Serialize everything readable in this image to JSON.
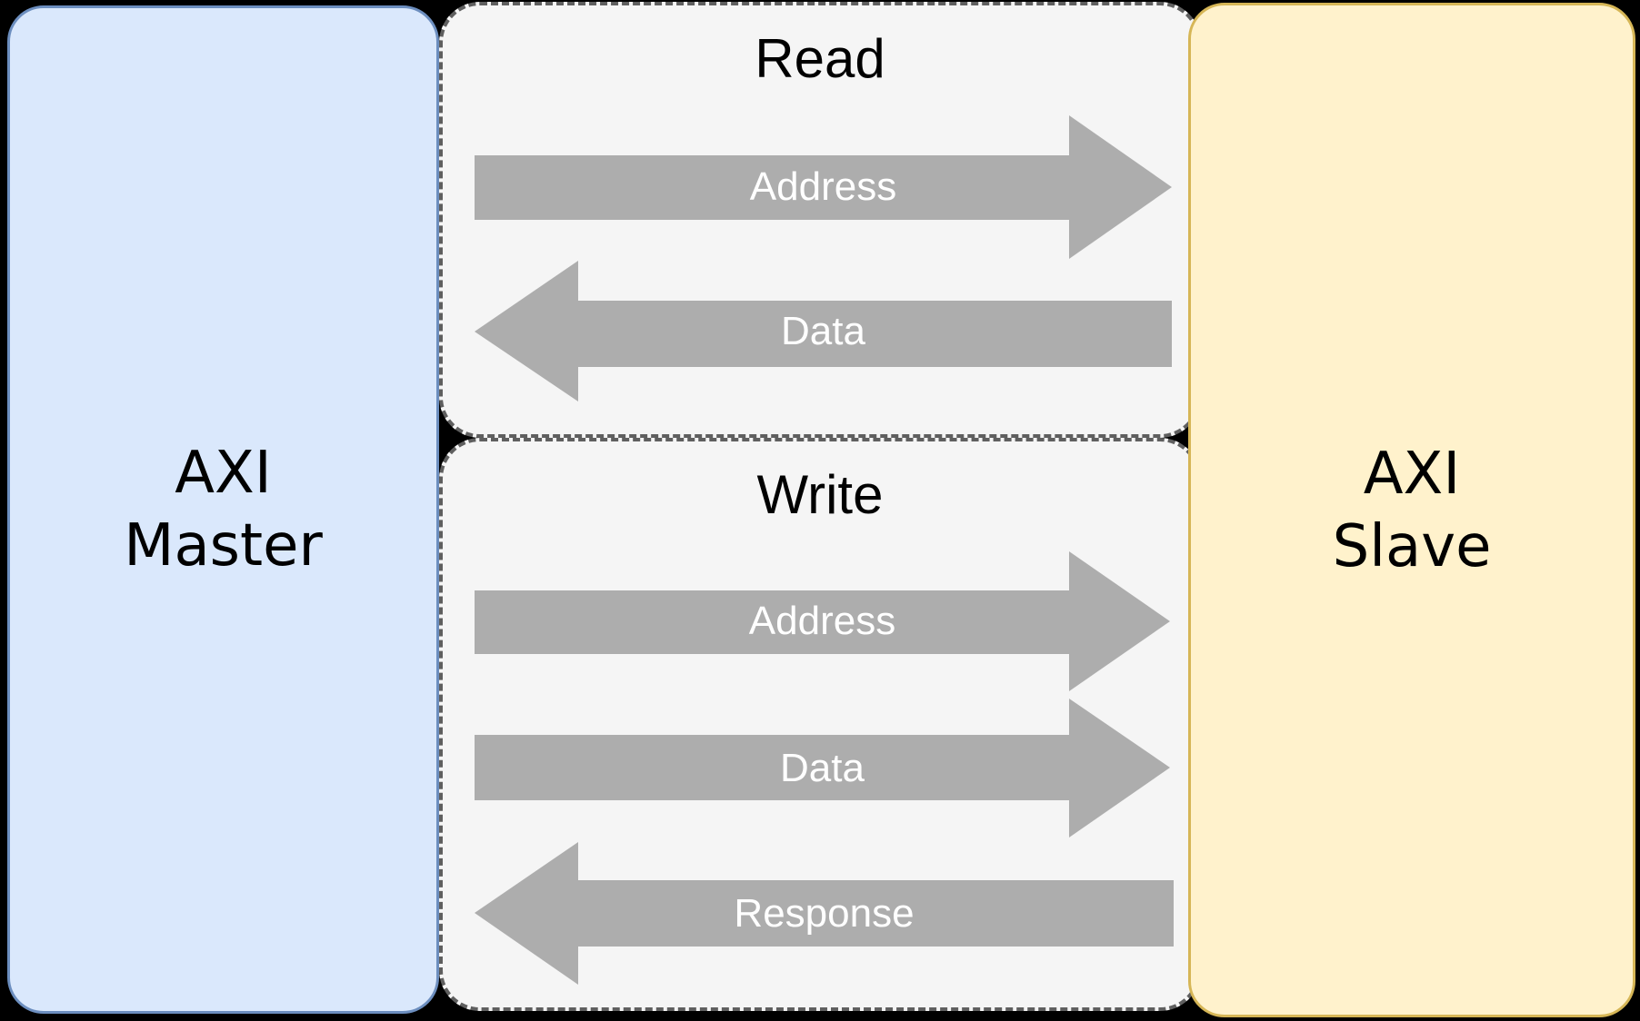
{
  "colors": {
    "background": "#000000",
    "master_fill": "#dae8fc",
    "master_border": "#6c8ebf",
    "slave_fill": "#fff2cc",
    "slave_border": "#d6b656",
    "panel_fill": "#f5f5f5",
    "panel_border": "#5f5f5f",
    "arrow_fill": "#adadad",
    "arrow_label": "#ffffff",
    "text": "#000000"
  },
  "master": {
    "line1": "AXI",
    "line2": "Master"
  },
  "slave": {
    "line1": "AXI",
    "line2": "Slave"
  },
  "read_channel": {
    "title": "Read",
    "arrows": [
      {
        "label": "Address",
        "direction": "right",
        "from": "master",
        "to": "slave"
      },
      {
        "label": "Data",
        "direction": "left",
        "from": "slave",
        "to": "master"
      }
    ]
  },
  "write_channel": {
    "title": "Write",
    "arrows": [
      {
        "label": "Address",
        "direction": "right",
        "from": "master",
        "to": "slave"
      },
      {
        "label": "Data",
        "direction": "right",
        "from": "master",
        "to": "slave"
      },
      {
        "label": "Response",
        "direction": "left",
        "from": "slave",
        "to": "master"
      }
    ]
  }
}
